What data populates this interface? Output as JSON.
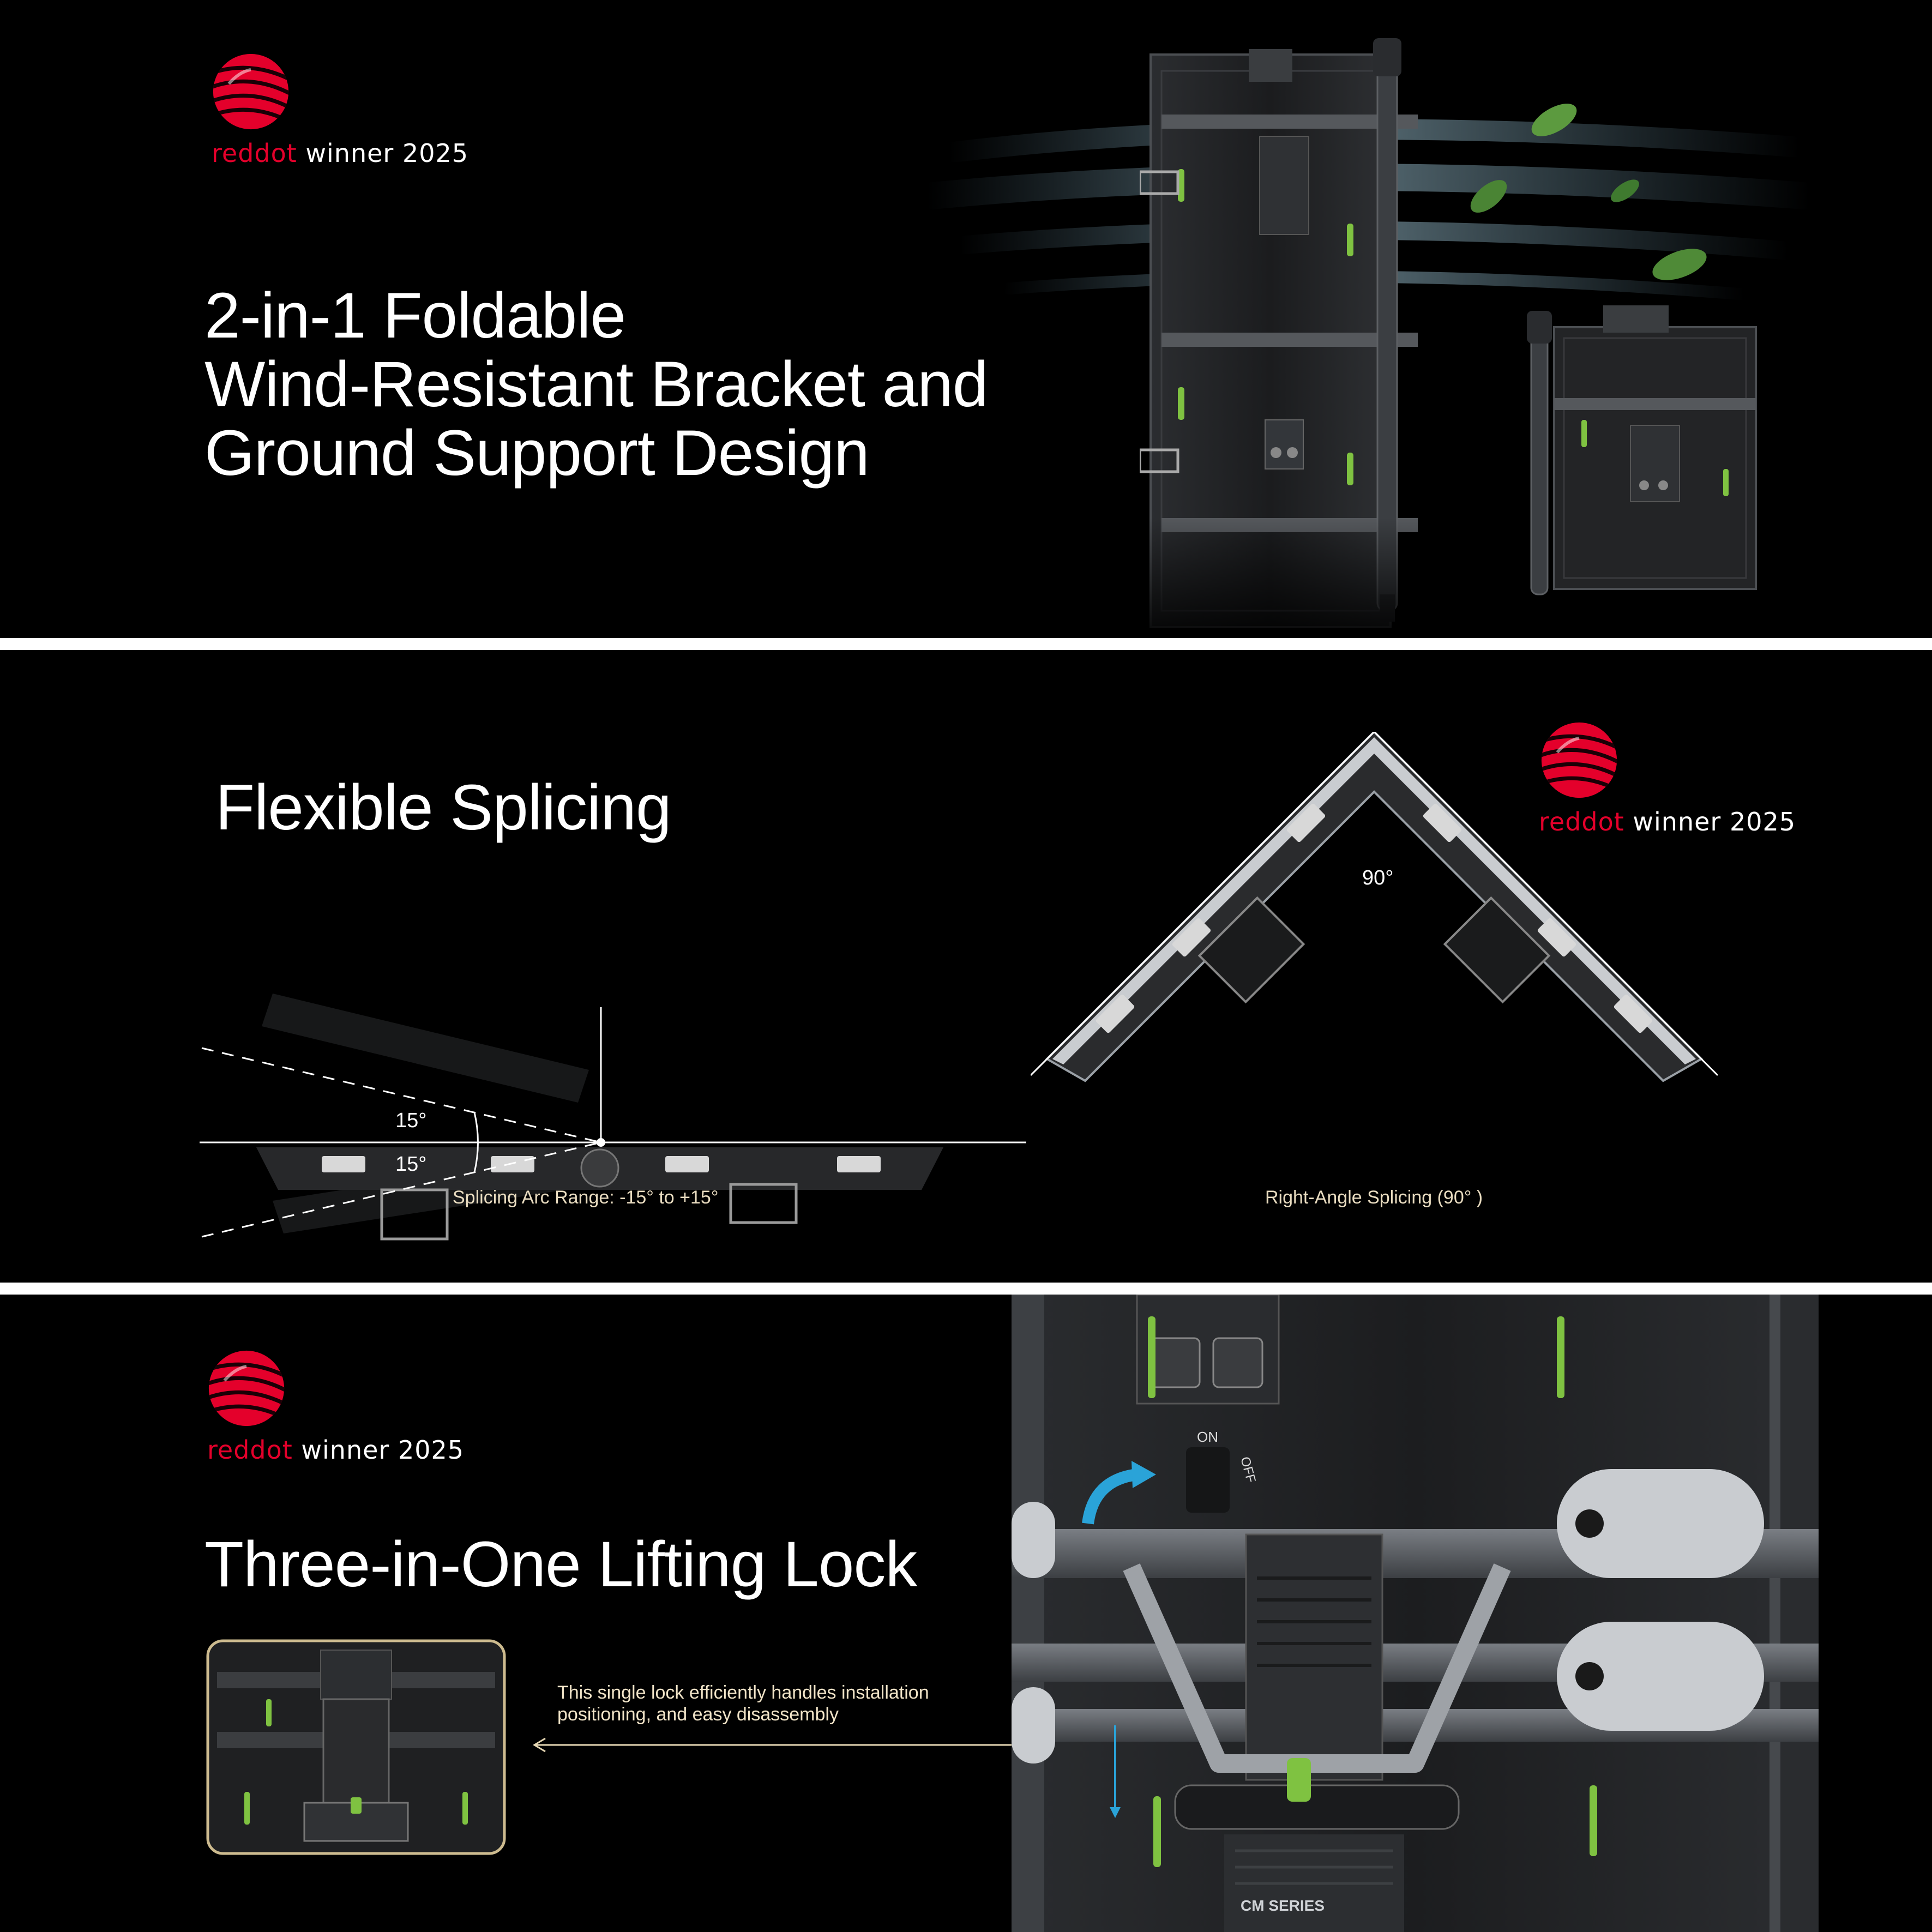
{
  "brand_colors": {
    "reddot_red": "#e4002b",
    "caption_beige": "#e9dcc0",
    "accent_green": "#7fc241",
    "arrow_blue": "#2aa3d8"
  },
  "icons": [
    "reddot-logo-icon",
    "wind-icon",
    "rotate-arrow-icon",
    "pointer-arrow-icon"
  ],
  "section1": {
    "badge": {
      "red": "reddot",
      "rest": " winner 2025"
    },
    "title_lines": [
      "2-in-1 Foldable",
      "Wind-Resistant Bracket and",
      "Ground Support Design"
    ]
  },
  "section2": {
    "title": "Flexible Splicing",
    "badge": {
      "red": "reddot",
      "rest": " winner 2025"
    },
    "angle_up": "15°",
    "angle_down": "15°",
    "angle_right": "90°",
    "caption_left": "Splicing Arc Range: -15°  to +15°",
    "caption_right": "Right-Angle Splicing (90°  )"
  },
  "section3": {
    "badge": {
      "red": "reddot",
      "rest": " winner 2025"
    },
    "title": "Three-in-One Lifting Lock",
    "description_line1": "This single lock efficiently handles installation",
    "description_line2": "positioning, and easy disassembly",
    "panel_labels": {
      "on": "ON",
      "off": "OFF",
      "series": "CM SERIES"
    }
  }
}
